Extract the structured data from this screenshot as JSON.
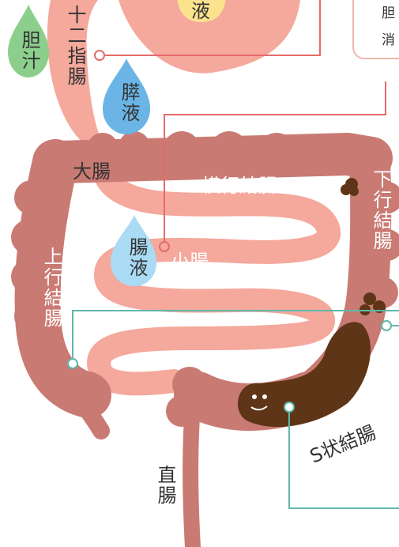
{
  "labels": {
    "top_drop": "液",
    "bile": "胆汁",
    "duodenum": "十二指腸",
    "pancreatic_juice": "膵液",
    "large_intestine": "大腸",
    "transverse_colon": "横行結腸",
    "descending_colon": "下行結腸",
    "intestinal_juice": "腸液",
    "small_intestine": "小腸",
    "ascending_colon": "上行結腸",
    "sigmoid_colon": "S状結腸",
    "rectum": "直腸",
    "callout_line1": "胆",
    "callout_line2": "消"
  },
  "colors": {
    "small_intestine": "#f5a89c",
    "large_intestine": "#c97a73",
    "stool": "#5e3516",
    "red_leader": "#e66a6a",
    "teal_leader": "#5fb8ab",
    "bile_drop": "#8ccf8c",
    "pancreatic_drop": "#6ab5e6",
    "intestinal_drop": "#a9dbf5",
    "top_drop": "#fbe38e"
  }
}
